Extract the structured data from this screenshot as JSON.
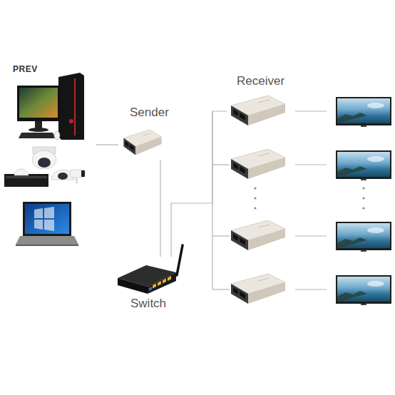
{
  "diagram": {
    "nodes": [
      {
        "text": [
          "Receiver"
        ]
      },
      {
        "text": [
          "Sender"
        ]
      },
      {
        "text": [
          "Switch"
        ]
      }
    ],
    "edges": [
      {
        "from": 1,
        "to": 2,
        "arrow": "none"
      },
      {
        "from": 2,
        "to": 0,
        "arrow": "none"
      }
    ],
    "labels": [
      "PREV"
    ]
  }
}
